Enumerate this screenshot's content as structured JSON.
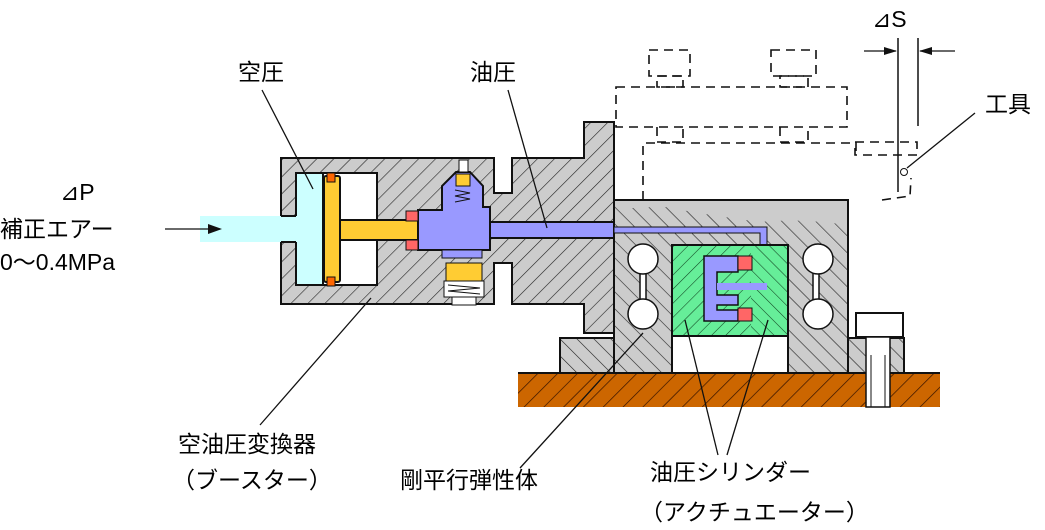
{
  "labels": {
    "air_pressure": "空圧",
    "oil_pressure": "油圧",
    "delta_p": "⊿P",
    "correction_air": "補正エアー",
    "pressure_range": "0～0.4MPa",
    "delta_s": "⊿S",
    "tool": "工具",
    "booster_line1": "空油圧変換器",
    "booster_line2": "（ブースター）",
    "rigid_elastic": "剛平行弾性体",
    "cylinder_line1": "油圧シリンダー",
    "cylinder_line2": "（アクチュエーター）"
  },
  "colors": {
    "air": "#ccffff",
    "oil": "#9999ff",
    "piston": "#ffcc33",
    "seal": "#ff6666",
    "actuator": "#66ee99",
    "body": "#cccccc",
    "ground": "#cc6600"
  }
}
